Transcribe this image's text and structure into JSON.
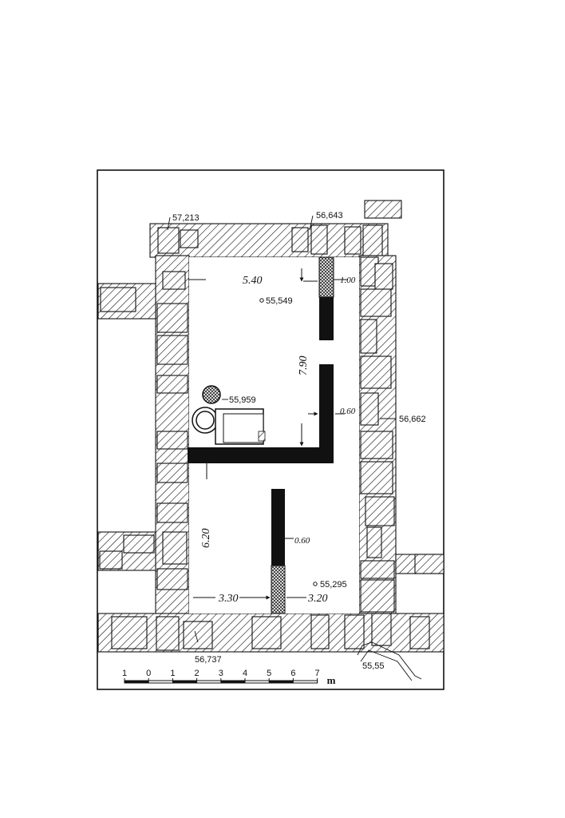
{
  "elevations": {
    "top_left": "57,213",
    "top_right": "56,643",
    "room_north": "55,549",
    "well": "55,959",
    "east_wall": "56,662",
    "room_south": "55,295",
    "bottom_left": "56,737",
    "bottom_right": "55,55"
  },
  "dimensions": {
    "north_width": "5.40",
    "door_width": "1.00",
    "total_length": "7.90",
    "partition_upper": "0.60",
    "partition_lower": "0.60",
    "south_length": "6.20",
    "south_left": "3.30",
    "south_right": "3.20"
  },
  "scale": {
    "ticks": [
      "1",
      "0",
      "1",
      "2",
      "3",
      "4",
      "5",
      "6",
      "7"
    ],
    "unit": "m"
  },
  "colors": {
    "ink": "#111111",
    "paper": "#ffffff",
    "hatch": "#222222"
  }
}
